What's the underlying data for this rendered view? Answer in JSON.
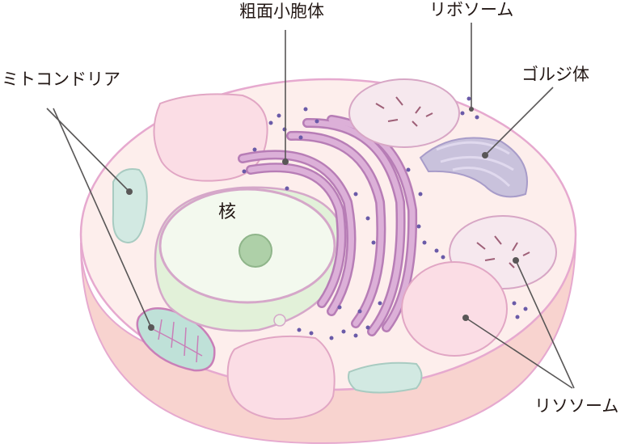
{
  "labels": {
    "rough_er": "粗面小胞体",
    "ribosome": "リボソーム",
    "mitochondria": "ミトコンドリア",
    "golgi": "ゴルジ体",
    "nucleus": "核",
    "lysosome": "リソソーム"
  },
  "colors": {
    "cell_fill": "#fdeeec",
    "cell_stroke": "#e6a9cf",
    "cell_side": "#f8d5d1",
    "nucleus_fill": "#e9f4e1",
    "nucleus_inner": "#f3f9ee",
    "nucleolus": "#aed0a8",
    "er": "#d8a3d1",
    "er_stroke": "#b77db6",
    "golgi": "#c9c2dc",
    "mitochondria": "#bfe1d8",
    "vacuole": "#fbdde5",
    "ribosome_dot": "#6a5aa8",
    "leader": "#595757"
  },
  "icons": [
    "animal-cell-diagram"
  ]
}
